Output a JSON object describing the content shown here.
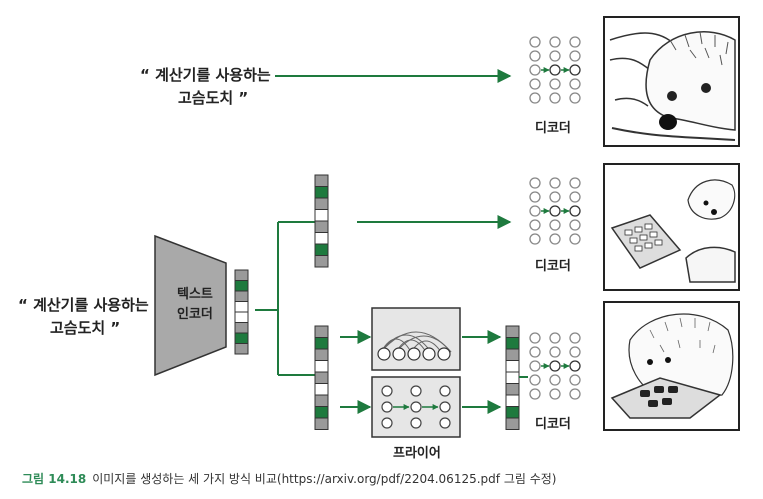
{
  "prompt_top": [
    "“ 계산기를 사용하는",
    "고슴도치 ”"
  ],
  "prompt_left": [
    "“ 계산기를 사용하는",
    "고슴도치 ”"
  ],
  "encoder_label": [
    "텍스트",
    "인코더"
  ],
  "decoder_label": "디코더",
  "prior_label": "프라이어",
  "caption": {
    "figure": "그림 14.18",
    "text": "이미지를 생성하는 세 가지 방식 비교(https://arxiv.org/pdf/2204.06125.pdf 그림 수정)"
  },
  "colors": {
    "accent": "#1e7a3e",
    "caption": "#2e8b57"
  }
}
